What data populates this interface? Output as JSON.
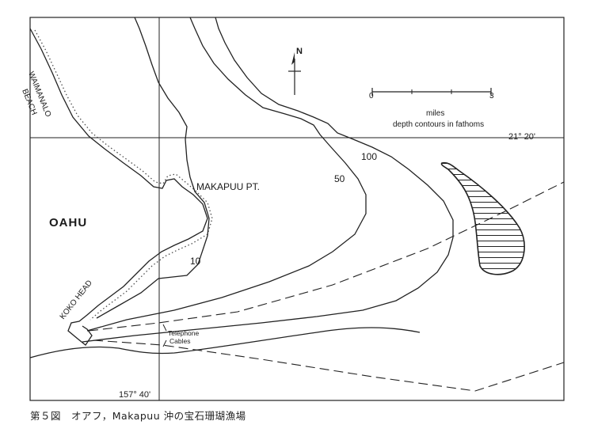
{
  "map": {
    "island": "OAHU",
    "places": {
      "beach": [
        "WAIMANALO",
        "BEACH"
      ],
      "point": "MAKAPUU PT.",
      "head": "KOKO HEAD"
    },
    "contours": {
      "c10": "10",
      "c50": "50",
      "c100": "100"
    },
    "latitude": "21° 20'",
    "longitude": "157° 40'",
    "cables": [
      "Telephone",
      "Cables"
    ],
    "north": "N",
    "scale": {
      "start": "0",
      "end": "3",
      "unit": "miles",
      "note": "depth contours in fathoms"
    }
  },
  "caption": "第５図　オアフ，Makapuu 沖の宝石珊瑚漁場",
  "colors": {
    "ink": "#222222",
    "paper": "#ffffff"
  }
}
